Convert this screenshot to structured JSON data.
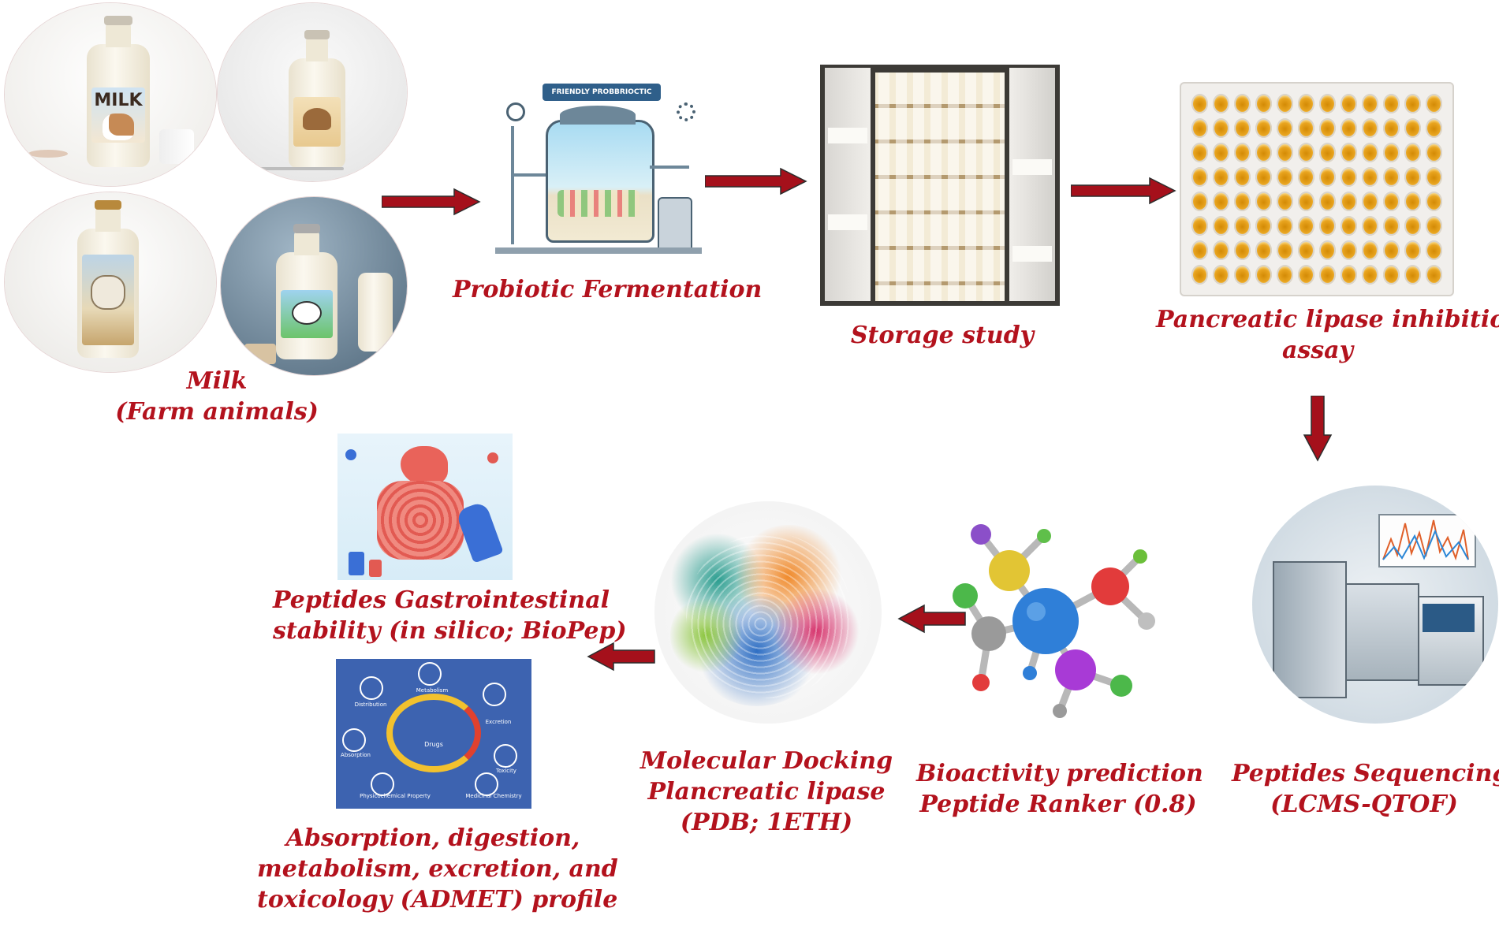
{
  "steps": {
    "milk": {
      "line1": "Milk",
      "line2": "(Farm animals)"
    },
    "fermentation": {
      "label": "Probiotic Fermentation",
      "banner": "FRIENDLY PROBBRIOCTIC"
    },
    "storage": {
      "label": "Storage study"
    },
    "lipase_assay": {
      "line1": "Pancreatic lipase inhibition",
      "line2": "assay"
    },
    "sequencing": {
      "line1": "Peptides Sequencing",
      "line2": "(LCMS-QTOF)"
    },
    "bioactivity": {
      "line1": "Bioactivity prediction",
      "line2": "Peptide Ranker (0.8)"
    },
    "docking": {
      "line1": "Molecular Docking",
      "line2": "Plancreatic lipase",
      "line3": "(PDB; 1ETH)"
    },
    "gi_stability": {
      "line1": "Peptides Gastrointestinal",
      "line2": "stability (in silico; BioPep)"
    },
    "admet": {
      "line1": "Absorption, digestion,",
      "line2": "metabolism, excretion, and",
      "line3": "toxicology (ADMET) profile",
      "wheel": {
        "center": "Drugs",
        "items": [
          "Metabolism",
          "Excretion",
          "Toxicity",
          "Medicinal Chemistry",
          "Physicochemical Property",
          "Absorption",
          "Distribution"
        ]
      }
    }
  },
  "milk_bottle_text": "MILK",
  "colors": {
    "label": "#b3121d",
    "arrow": "#a5101b",
    "admet_bg": "#3d63b0"
  }
}
